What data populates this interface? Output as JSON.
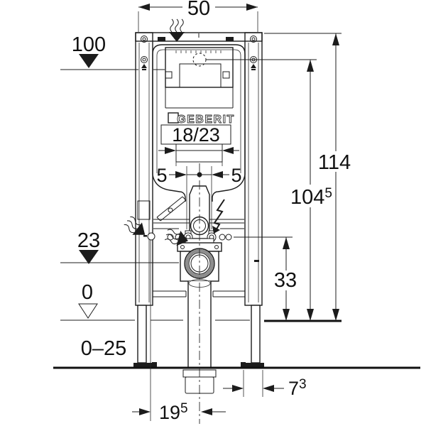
{
  "brand": "GEBERIT",
  "dimensions": {
    "frame_width_top": "50",
    "actuation_height": "100",
    "total_height": "114",
    "cistern_ref_height": {
      "base": "104",
      "sup": "5"
    },
    "model_range": "18/23",
    "offset_left": "5",
    "offset_right": "5",
    "outlet_level": "23",
    "supply_level": "33",
    "zero_level": "0",
    "leg_adjust_range": "0–25",
    "outlet_from_line": {
      "base": "19",
      "sup": "5"
    },
    "outlet_depth": {
      "base": "7",
      "sup": "3"
    }
  }
}
